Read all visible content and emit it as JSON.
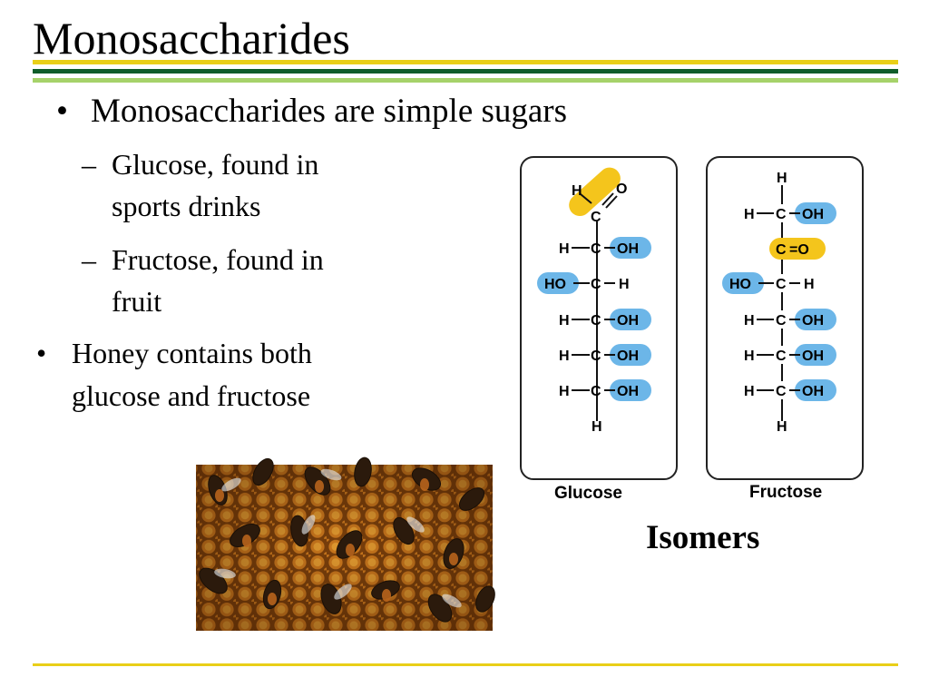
{
  "slide": {
    "title": "Monosaccharides",
    "bullet1": "Monosaccharides are simple sugars",
    "sub1": "Glucose, found in sports drinks",
    "sub2": "Fructose, found in fruit",
    "bullet2": "Honey contains both glucose and fructose",
    "bullet_char": "•",
    "dash_char": "–"
  },
  "figure": {
    "caption_glucose": "Glucose",
    "caption_fructose": "Fructose",
    "caption_isomers": "Isomers",
    "glucose": {
      "top_h": "H",
      "carbonyl": "C=O",
      "rows": [
        {
          "left": "H",
          "right": "OH"
        },
        {
          "left": "HO",
          "right": "H"
        },
        {
          "left": "H",
          "right": "OH"
        },
        {
          "left": "H",
          "right": "OH"
        },
        {
          "left": "H",
          "right": "OH"
        }
      ],
      "bottom_h": "H"
    },
    "fructose": {
      "top_h": "H",
      "rows": [
        {
          "left": "H",
          "right": "OH"
        },
        {
          "left": "",
          "right": "=O"
        },
        {
          "left": "HO",
          "right": "H"
        },
        {
          "left": "H",
          "right": "OH"
        },
        {
          "left": "H",
          "right": "OH"
        },
        {
          "left": "H",
          "right": "OH"
        }
      ],
      "bottom_h": "H"
    }
  },
  "colors": {
    "yellow_rule": "#e9cf18",
    "green_rule": "#0f5d2a",
    "light_green_rule": "#a6d26a",
    "oh_highlight": "#6cb6e8",
    "carbonyl_highlight": "#f4c51c"
  }
}
